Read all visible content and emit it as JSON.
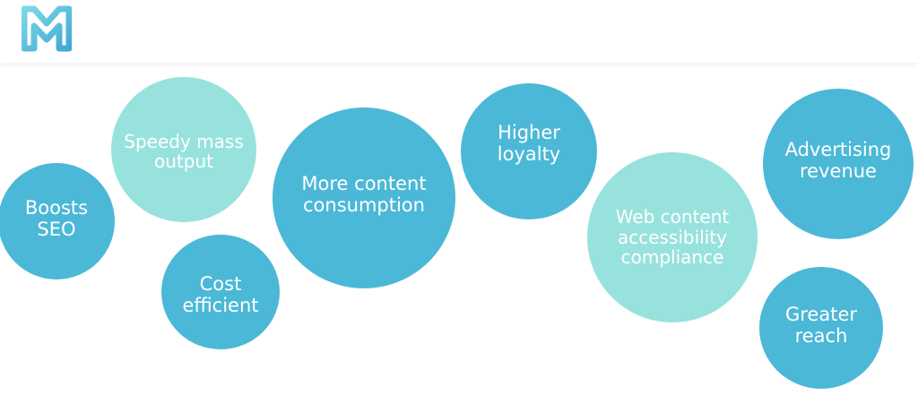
{
  "header": {
    "logo_icon": "x-logo-icon"
  },
  "colors": {
    "dark_circle": "#4cb8d7",
    "light_circle": "#98e2dd",
    "text": "#ffffff"
  },
  "bubbles": [
    {
      "label": "Boosts\nSEO",
      "tone": "dark"
    },
    {
      "label": "Speedy mass\noutput",
      "tone": "light"
    },
    {
      "label": "Cost\nefficient",
      "tone": "dark"
    },
    {
      "label": "More content\nconsumption",
      "tone": "dark"
    },
    {
      "label": "Higher\nloyalty",
      "tone": "dark"
    },
    {
      "label": "Web content\naccessibility\ncompliance",
      "tone": "light"
    },
    {
      "label": "Advertising\nrevenue",
      "tone": "dark"
    },
    {
      "label": "Greater\nreach",
      "tone": "dark"
    }
  ]
}
